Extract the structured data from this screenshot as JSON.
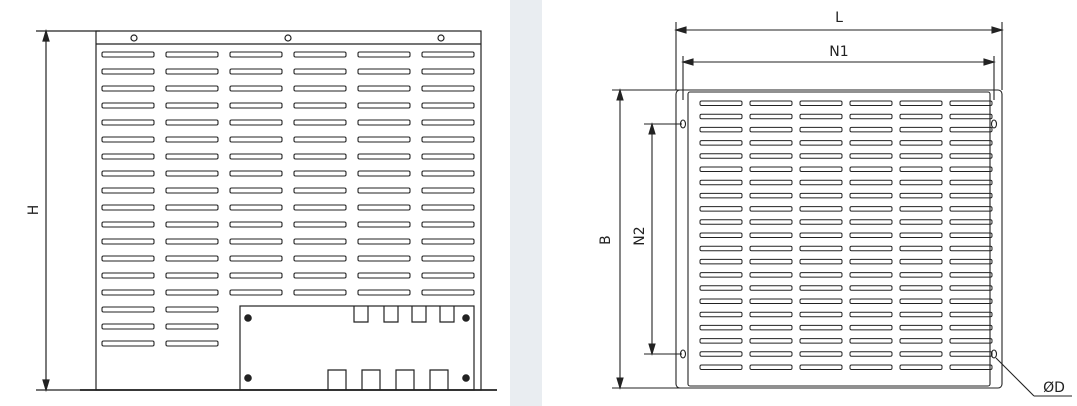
{
  "front_view": {
    "height_label": "H"
  },
  "side_view": {
    "length_label": "L",
    "n1_label": "N1",
    "n2_label": "N2",
    "b_label": "B",
    "hole_label": "ØD"
  },
  "colors": {
    "line": "#222222",
    "gap": "#e9edf1",
    "background": "#ffffff"
  }
}
